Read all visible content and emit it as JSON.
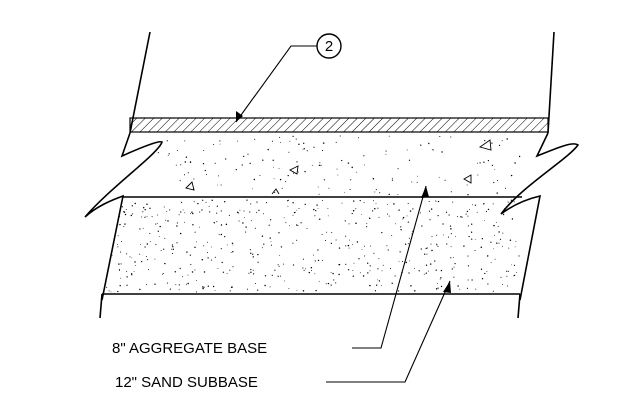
{
  "diagram": {
    "callout": {
      "number": "2"
    },
    "labels": {
      "aggregate_base": "8\" AGGREGATE BASE",
      "sand_subbase": "12\" SAND SUBBASE"
    },
    "colors": {
      "ink": "#000000",
      "background": "#ffffff"
    }
  }
}
